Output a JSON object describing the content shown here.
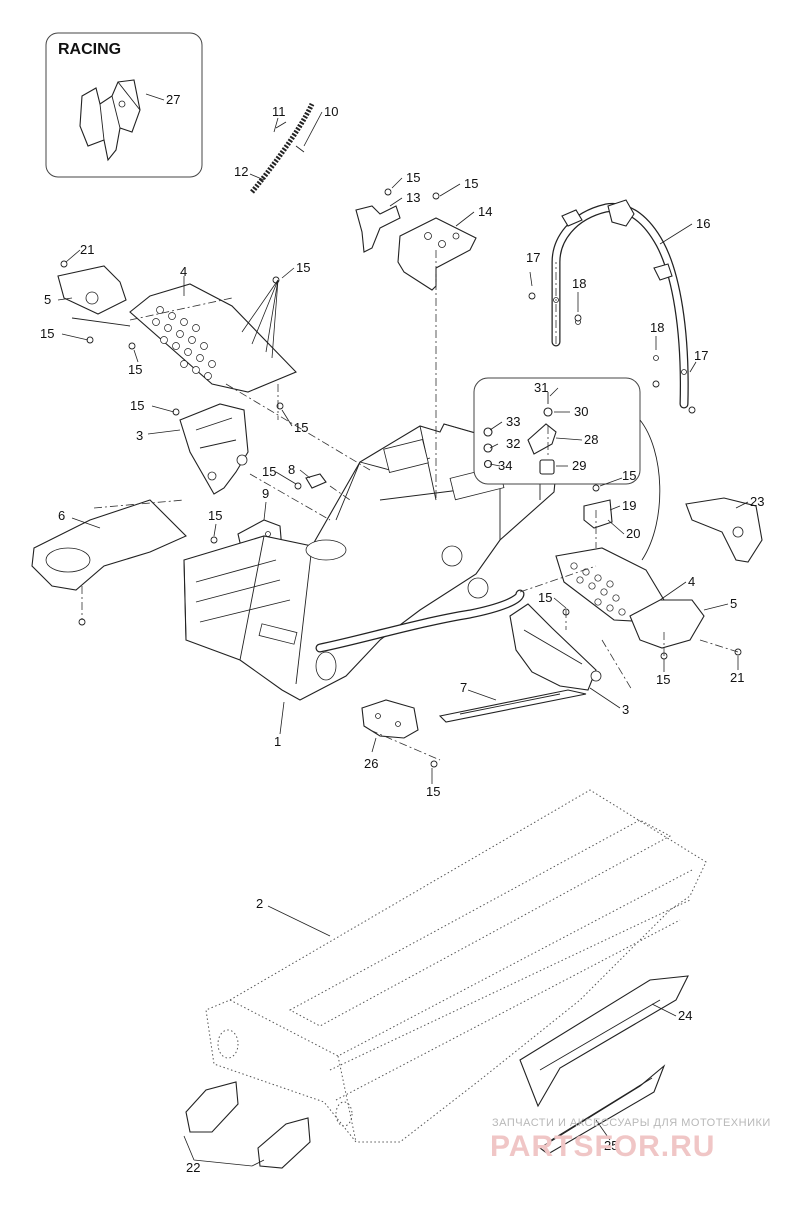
{
  "diagram": {
    "inset_title": "RACING",
    "labels": [
      "27",
      "11",
      "10",
      "12",
      "15",
      "13",
      "15",
      "14",
      "16",
      "21",
      "4",
      "15",
      "5",
      "15",
      "15",
      "17",
      "18",
      "18",
      "17",
      "15",
      "15",
      "3",
      "31",
      "30",
      "33",
      "28",
      "32",
      "34",
      "29",
      "15",
      "8",
      "9",
      "19",
      "15",
      "20",
      "23",
      "6",
      "15",
      "4",
      "5",
      "15",
      "21",
      "7",
      "3",
      "1",
      "26",
      "15",
      "2",
      "24",
      "25",
      "22"
    ]
  },
  "watermark": {
    "line1": "ЗАПЧАСТИ И АКСЕССУАРЫ ДЛЯ МОТОТЕХНИКИ",
    "line2": "PARTSFOR.RU"
  }
}
